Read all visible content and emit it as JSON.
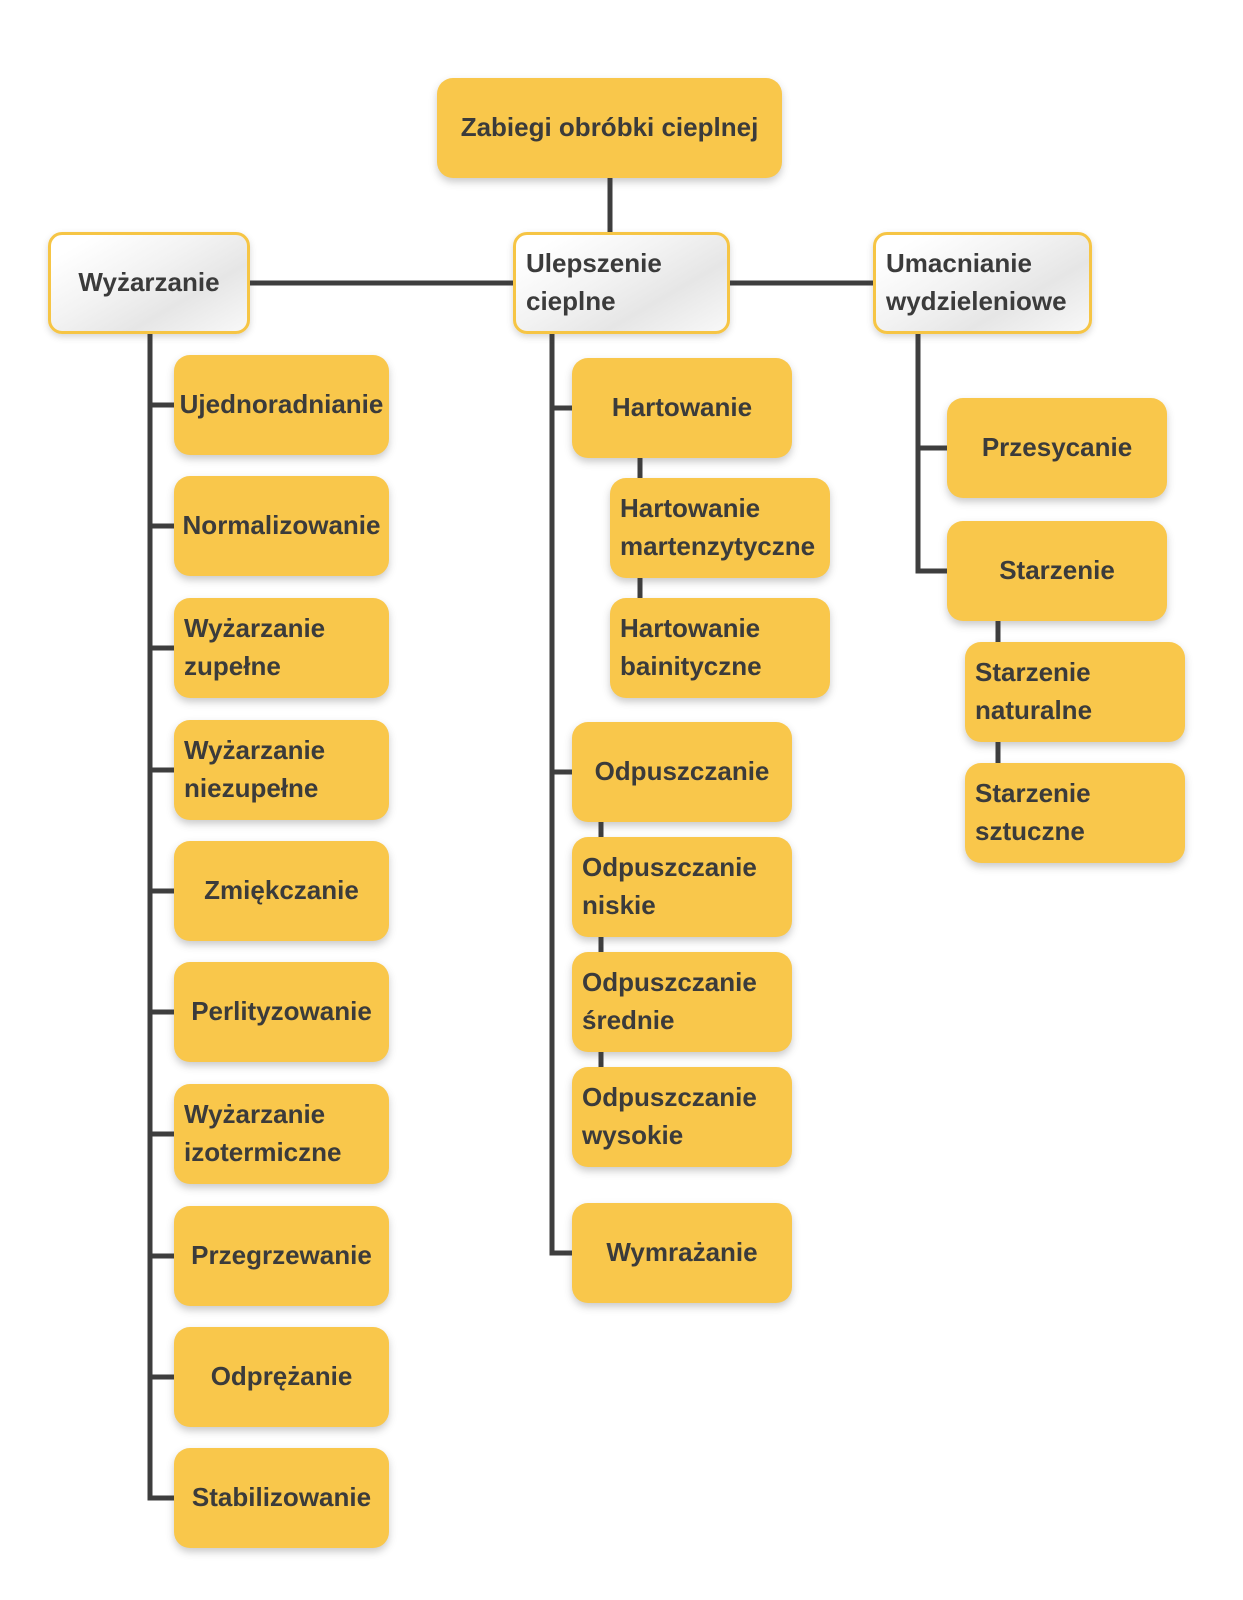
{
  "colors": {
    "node_fill": "#F9C74B",
    "group_border": "#F6C545",
    "group_fill_top": "#FFFFFF",
    "group_fill_bottom": "#E6E6E6",
    "connector": "#3E3E3E",
    "text": "#3B3B3B",
    "background": "#FFFFFF"
  },
  "tree": {
    "root": {
      "label": "Zabiegi obróbki cieplnej"
    },
    "branches": [
      {
        "label": "Wyżarzanie",
        "children": [
          {
            "label": "Ujednoradnianie"
          },
          {
            "label": "Normalizowanie"
          },
          {
            "label": "Wyżarzanie zupełne"
          },
          {
            "label": "Wyżarzanie niezupełne"
          },
          {
            "label": "Zmiękczanie"
          },
          {
            "label": "Perlityzowanie"
          },
          {
            "label": "Wyżarzanie izotermiczne"
          },
          {
            "label": "Przegrzewanie"
          },
          {
            "label": "Odprężanie"
          },
          {
            "label": "Stabilizowanie"
          }
        ]
      },
      {
        "label": "Ulepszenie cieplne",
        "children": [
          {
            "label": "Hartowanie",
            "children": [
              {
                "label": "Hartowanie martenzytyczne"
              },
              {
                "label": "Hartowanie bainityczne"
              }
            ]
          },
          {
            "label": "Odpuszczanie",
            "children": [
              {
                "label": "Odpuszczanie niskie"
              },
              {
                "label": "Odpuszczanie średnie"
              },
              {
                "label": "Odpuszczanie wysokie"
              }
            ]
          },
          {
            "label": "Wymrażanie"
          }
        ]
      },
      {
        "label": "Umacnianie wydzieleniowe",
        "children": [
          {
            "label": "Przesycanie"
          },
          {
            "label": "Starzenie",
            "children": [
              {
                "label": "Starzenie naturalne"
              },
              {
                "label": "Starzenie sztuczne"
              }
            ]
          }
        ]
      }
    ]
  }
}
